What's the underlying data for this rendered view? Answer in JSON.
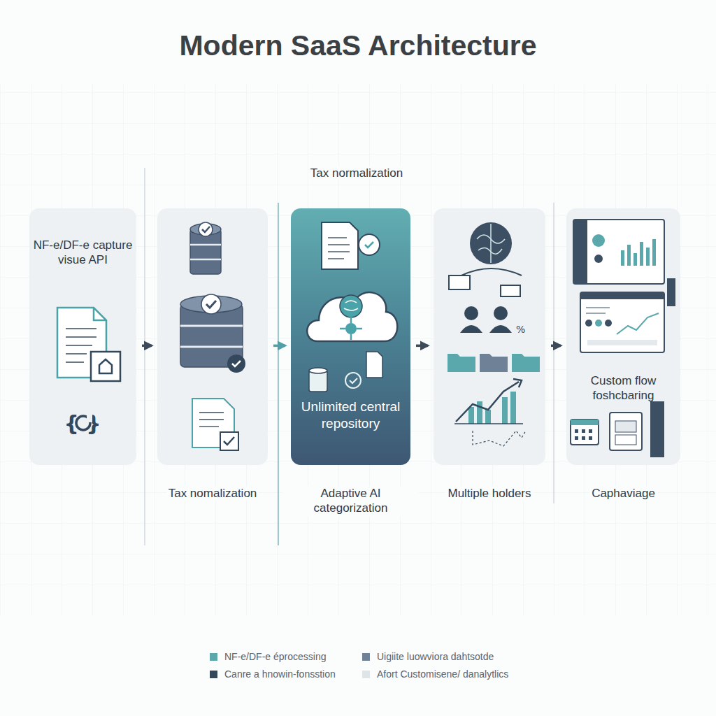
{
  "diagram": {
    "title": "Modern SaaS Architecture",
    "nodes": [
      {
        "text": [
          "NF-e/DF-e capture visue API"
        ]
      },
      {
        "text": [
          "Tax nomalization"
        ]
      },
      {
        "text": [
          "Unlimited central repository",
          "Adaptive AI categorization"
        ]
      },
      {
        "text": [
          "Multiple holders"
        ]
      },
      {
        "text": [
          "Custom flow foshcbaring",
          "Caphaviage"
        ]
      }
    ],
    "edges": [
      {
        "from": 0,
        "to": 1,
        "arrow": "to"
      },
      {
        "from": 1,
        "to": 2,
        "arrow": "to"
      },
      {
        "from": 2,
        "to": 3,
        "arrow": "to"
      },
      {
        "from": 3,
        "to": 4,
        "arrow": "to"
      }
    ],
    "labels": [
      "Tax normalization"
    ],
    "legend": [
      {
        "text": "NF-e/DF-e éprocessing",
        "color": "#5aa7ac"
      },
      {
        "text": "Uigiite luowviora dahtsotde",
        "color": "#6f8196"
      },
      {
        "text": "Canre a hnowin-fonsstion",
        "color": "#34485c"
      },
      {
        "text": "Afort Customisene/ danalytlics",
        "color": "#dfe4e8"
      }
    ]
  }
}
